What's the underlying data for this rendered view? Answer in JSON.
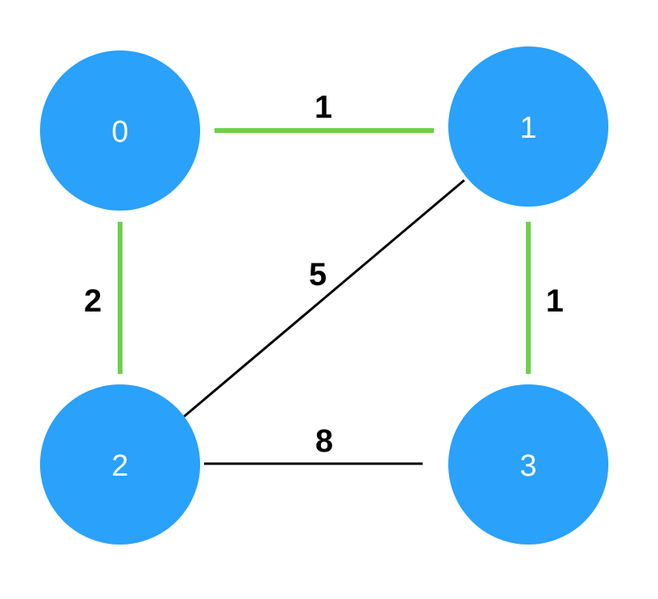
{
  "colors": {
    "node_fill": "#2aa1fa",
    "mst_edge": "#6dd14a",
    "plain_edge": "#000000",
    "label_text": "#ffffff",
    "weight_text": "#000000"
  },
  "nodes": [
    {
      "id": "0",
      "label": "0"
    },
    {
      "id": "1",
      "label": "1"
    },
    {
      "id": "2",
      "label": "2"
    },
    {
      "id": "3",
      "label": "3"
    }
  ],
  "edges": [
    {
      "from": "0",
      "to": "1",
      "weight": "1",
      "highlighted": true
    },
    {
      "from": "0",
      "to": "2",
      "weight": "2",
      "highlighted": true
    },
    {
      "from": "1",
      "to": "3",
      "weight": "1",
      "highlighted": true
    },
    {
      "from": "1",
      "to": "2",
      "weight": "5",
      "highlighted": false
    },
    {
      "from": "2",
      "to": "3",
      "weight": "8",
      "highlighted": false
    }
  ]
}
